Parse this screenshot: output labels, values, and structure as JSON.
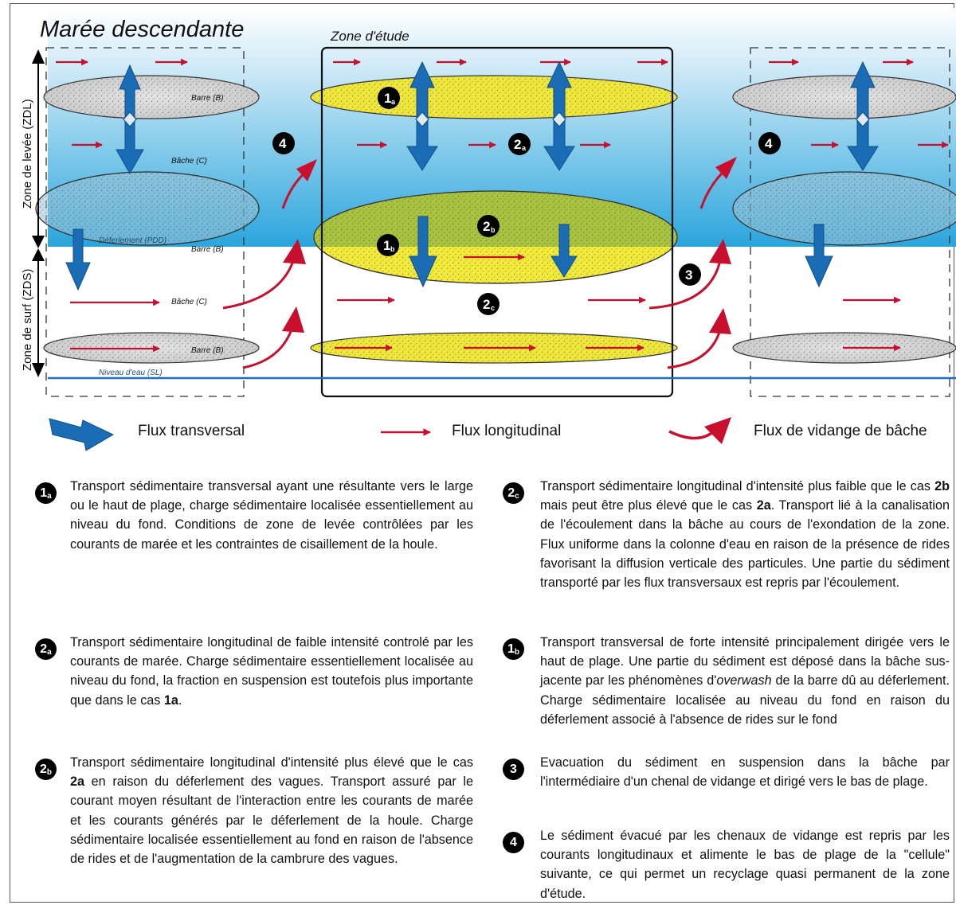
{
  "diagram": {
    "title": "Marée descendante",
    "study_zone_label": "Zone d'étude",
    "zone_levee_label": "Zone de levée (ZDL)",
    "zone_surf_label": "Zone de surf (ZDS)",
    "barre_label": "Barre (B)",
    "bache_label": "Bâche (C)",
    "deferlement_label": "Déferlement (PDD)",
    "niveau_eau_label": "Niveau d'eau (SL)",
    "markers": {
      "m1a": "1",
      "m1a_sub": "a",
      "m1b": "1",
      "m1b_sub": "b",
      "m2a": "2",
      "m2a_sub": "a",
      "m2b": "2",
      "m2b_sub": "b",
      "m2c": "2",
      "m2c_sub": "c",
      "m3": "3",
      "m4": "4"
    }
  },
  "legend": {
    "transversal": "Flux transversal",
    "longitudinal": "Flux longitudinal",
    "vidange": "Flux de vidange de bâche"
  },
  "colors": {
    "sky_top": "#ffffff",
    "sky_bottom": "#2ba6dd",
    "blue_arrow": "#1769b0",
    "red_arrow": "#c8102e",
    "bar_yellow": "#f4ec3a",
    "bar_green": "#a5c23c",
    "water_line": "#1f6fbd"
  },
  "descriptions": {
    "d1a": "Transport sédimentaire transversal ayant une résultante vers le large ou le haut de plage, charge sédimentaire localisée essentiellement au niveau du fond. Conditions de zone de levée contrôlées par les courants de marée et les contraintes de cisaillement de la houle.",
    "d2a_pre": "Transport sédimentaire longitudinal de faible intensité controlé par les courants de marée. Charge sédimentaire essentiellement localisée au niveau du fond, la fraction en suspension est toutefois plus importante que dans le cas ",
    "d2a_ref": "1a",
    "d2a_post": ".",
    "d2b_pre": "Transport sédimentaire longitudinal d'intensité plus élevé que le cas ",
    "d2b_ref": "2a",
    "d2b_post": " en raison du déferlement des vagues. Transport assuré par le courant moyen résultant de l'interaction entre les courants de marée et les courants générés par le déferlement de la houle. Charge sédimentaire localisée essentiellement au fond en raison de l'absence de rides et de l'augmentation de la cambrure des vagues.",
    "d2c_pre": "Transport sédimentaire longitudinal d'intensité plus faible que le cas ",
    "d2c_ref1": "2b",
    "d2c_mid": " mais peut être plus élevé que le cas ",
    "d2c_ref2": "2a",
    "d2c_post": ". Transport lié à la canalisation de l'écoulement dans la bâche au cours de l'exondation de la zone. Flux uniforme dans la colonne d'eau en raison de la présence de rides favorisant la diffusion verticale des particules. Une partie du sédiment transporté par les flux transversaux est repris par l'écoulement.",
    "d1b_pre": "Transport transversal de forte intensité principalement dirigée vers le haut de plage. Une partie du sédiment est déposé dans la bâche sus-jacente par les phénomènes d'",
    "d1b_em": "overwash",
    "d1b_post": " de la barre dû au déferlement. Charge sédimentaire localisée au niveau du fond en raison du déferlement associé à l'absence de rides sur le fond",
    "d3": "Evacuation du sédiment en suspension dans la bâche par l'intermédiaire d'un chenal de vidange et dirigé vers le bas de plage.",
    "d4": "Le sédiment évacué par les chenaux de vidange est repris par les courants longitudinaux et alimente le bas de plage de la \"cellule\" suivante, ce qui permet un recyclage quasi permanent de la zone d'étude."
  }
}
